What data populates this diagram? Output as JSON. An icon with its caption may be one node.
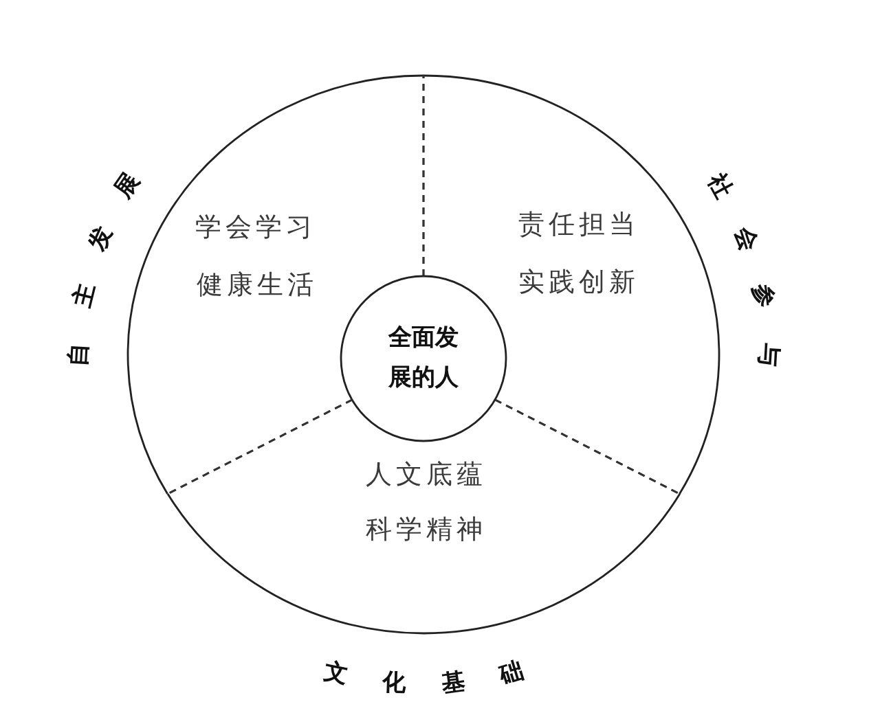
{
  "diagram": {
    "nodes": [
      {
        "text": [
          "学会学习",
          "健康生活"
        ],
        "beside": [
          "自主发展"
        ]
      },
      {
        "text": [
          "责任担当",
          "实践创新"
        ],
        "beside": [
          "社会参与"
        ]
      },
      {
        "text": [
          "全面发展的人"
        ]
      },
      {
        "text": [
          "人文底蕴",
          "科学精神"
        ],
        "beside": [
          "文化基础"
        ]
      }
    ]
  }
}
